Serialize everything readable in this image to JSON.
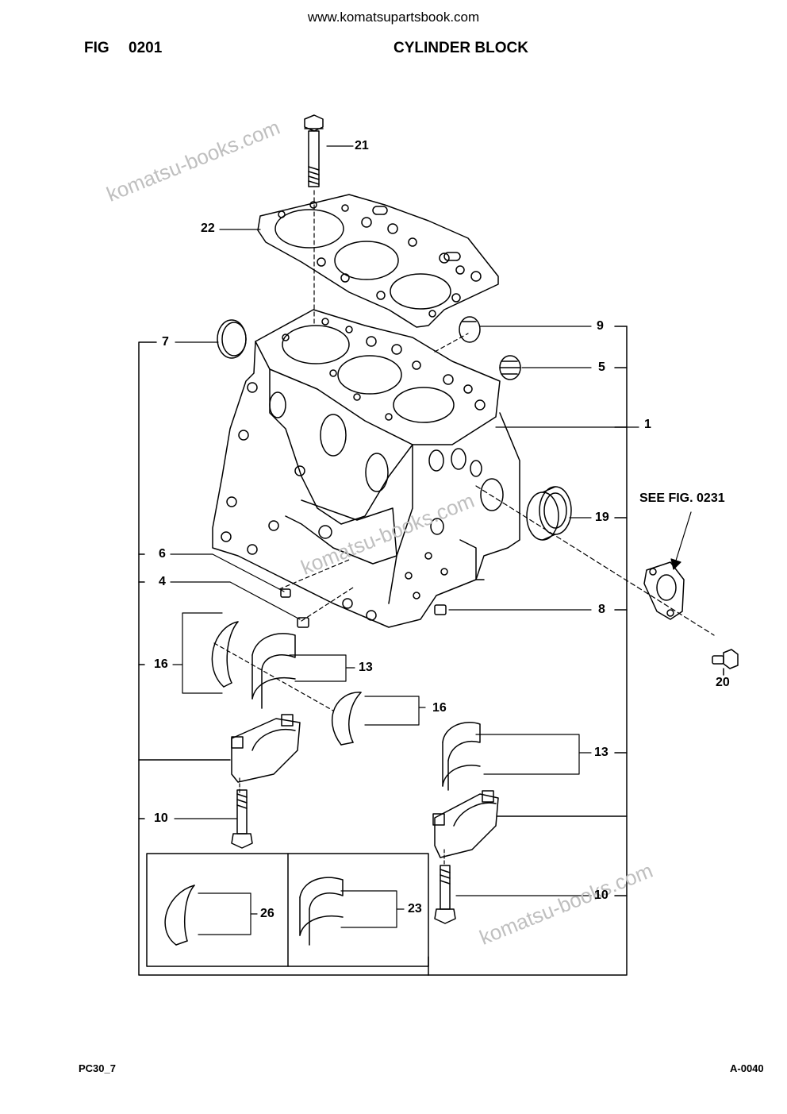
{
  "header": {
    "website": "www.komatsupartsbook.com",
    "fig_label": "FIG",
    "fig_number": "0201",
    "title": "CYLINDER BLOCK"
  },
  "footer": {
    "model": "PC30_7",
    "page": "A-0040"
  },
  "reference_note": "SEE FIG. 0231",
  "watermark": "komatsu-books.com",
  "callouts": {
    "c21": "21",
    "c22": "22",
    "c9": "9",
    "c7": "7",
    "c5": "5",
    "c1": "1",
    "c19": "19",
    "c6": "6",
    "c4": "4",
    "c8": "8",
    "c20": "20",
    "c16a": "16",
    "c13a": "13",
    "c16b": "16",
    "c13b": "13",
    "c10a": "10",
    "c10b": "10",
    "c26": "26",
    "c23": "23"
  }
}
